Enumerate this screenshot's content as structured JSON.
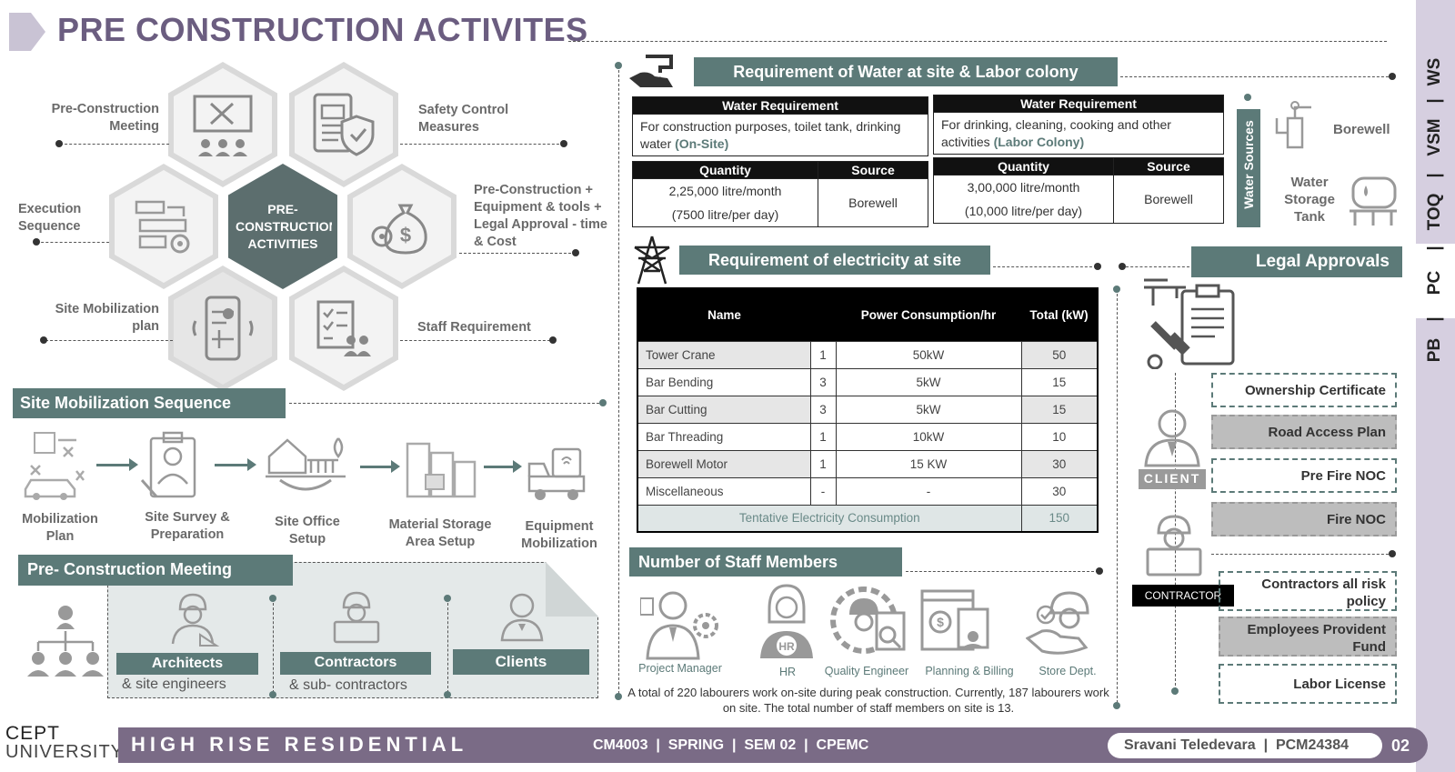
{
  "page": {
    "title": "PRE CONSTRUCTION ACTIVITES"
  },
  "hex_diagram": {
    "center": "PRE-CONSTRUCTION ACTIVITIES",
    "items": [
      {
        "label": "Pre-Construction Meeting",
        "icon": "presentation-tools-icon"
      },
      {
        "label": "Safety Control Measures",
        "icon": "safety-shield-icon"
      },
      {
        "label": "Execution Sequence",
        "icon": "sequence-gear-icon"
      },
      {
        "label": "Pre-Construction + Equipment & tools + Legal Approval - time & Cost",
        "icon": "money-bag-icon"
      },
      {
        "label": "Site Mobilization plan",
        "icon": "mobile-map-icon"
      },
      {
        "label": "Staff Requirement",
        "icon": "checklist-people-icon"
      }
    ]
  },
  "site_mobilization": {
    "heading": "Site Mobilization Sequence",
    "steps": [
      {
        "label": "Mobilization Plan",
        "icon": "map-plan-icon"
      },
      {
        "label": "Site Survey & Preparation",
        "icon": "surveyor-icon"
      },
      {
        "label": "Site Office Setup",
        "icon": "site-office-icon"
      },
      {
        "label": "Material Storage Area Setup",
        "icon": "storage-icon"
      },
      {
        "label": "Equipment Mobilization",
        "icon": "equipment-truck-icon"
      }
    ]
  },
  "meeting": {
    "heading": "Pre- Construction Meeting",
    "groups": [
      {
        "title": "Architects",
        "sub": "& site engineers"
      },
      {
        "title": "Contractors",
        "sub": "& sub- contractors"
      },
      {
        "title": "Clients",
        "sub": ""
      }
    ]
  },
  "water": {
    "heading": "Requirement of Water at site & Labor colony",
    "tables": [
      {
        "header": "Water Requirement",
        "desc": "For construction purposes, toilet tank, drinking water",
        "tag": "(On-Site)",
        "qty_header": "Quantity",
        "src_header": "Source",
        "qty_line1": "2,25,000 litre/month",
        "qty_line2": "(7500 litre/per day)",
        "source": "Borewell"
      },
      {
        "header": "Water Requirement",
        "desc": "For drinking, cleaning, cooking and other activities",
        "tag": "(Labor Colony)",
        "qty_header": "Quantity",
        "src_header": "Source",
        "qty_line1": "3,00,000 litre/month",
        "qty_line2": "(10,000 litre/per day)",
        "source": "Borewell"
      }
    ],
    "sources_label": "Water Sources",
    "sources": [
      {
        "label": "Borewell",
        "icon": "borewell-pump-icon"
      },
      {
        "label": "Water Storage Tank",
        "icon": "water-tank-icon"
      }
    ]
  },
  "electricity": {
    "heading": "Requirement of electricity at site",
    "columns": [
      "Name",
      "",
      "Power Consumption/hr",
      "Total (kW)"
    ],
    "rows": [
      [
        "Tower Crane",
        "1",
        "50kW",
        "50"
      ],
      [
        "Bar Bending",
        "3",
        "5kW",
        "15"
      ],
      [
        "Bar Cutting",
        "3",
        "5kW",
        "15"
      ],
      [
        "Bar Threading",
        "1",
        "10kW",
        "10"
      ],
      [
        "Borewell Motor",
        "1",
        "15 KW",
        "30"
      ],
      [
        "Miscellaneous",
        "-",
        "-",
        "30"
      ]
    ],
    "total_label": "Tentative Electricity Consumption",
    "total_value": "150"
  },
  "staff": {
    "heading": "Number of Staff Members",
    "members": [
      {
        "label": "Project Manager",
        "icon": "manager-gear-icon"
      },
      {
        "label": "HR",
        "icon": "hr-person-icon"
      },
      {
        "label": "Quality Engineer",
        "icon": "quality-engineer-icon"
      },
      {
        "label": "Planning & Billing",
        "icon": "billing-icon"
      },
      {
        "label": "Store Dept.",
        "icon": "store-hand-icon"
      }
    ],
    "note": "A total of 220 labourers work on-site during peak construction. Currently, 187 labourers work on site. The total number of staff members on site is 13."
  },
  "legal": {
    "heading": "Legal Approvals",
    "client_label": "CLIENT",
    "contractor_label": "CONTRACTOR",
    "items": [
      {
        "label": "Ownership Certificate",
        "filled": false
      },
      {
        "label": "Road Access Plan",
        "filled": true
      },
      {
        "label": "Pre Fire NOC",
        "filled": false
      },
      {
        "label": "Fire NOC",
        "filled": true
      },
      {
        "label": "Contractors all risk policy",
        "filled": false
      },
      {
        "label": "Employees Provident Fund",
        "filled": true
      },
      {
        "label": "Labor License",
        "filled": false
      }
    ]
  },
  "side_tabs": [
    "WS",
    "|",
    "VSM",
    "|",
    "TOQ",
    "|",
    "PC",
    "|",
    "PB"
  ],
  "footer": {
    "logo_top": "CEPT",
    "logo_bottom": "UNIVERSITY",
    "project": "HIGH RISE RESIDENTIAL",
    "course": "CM4003  |  SPRING  |  SEM 02  |  CPEMC",
    "author": "Sravani Teledevara  |  PCM24384",
    "page_no": "02"
  }
}
